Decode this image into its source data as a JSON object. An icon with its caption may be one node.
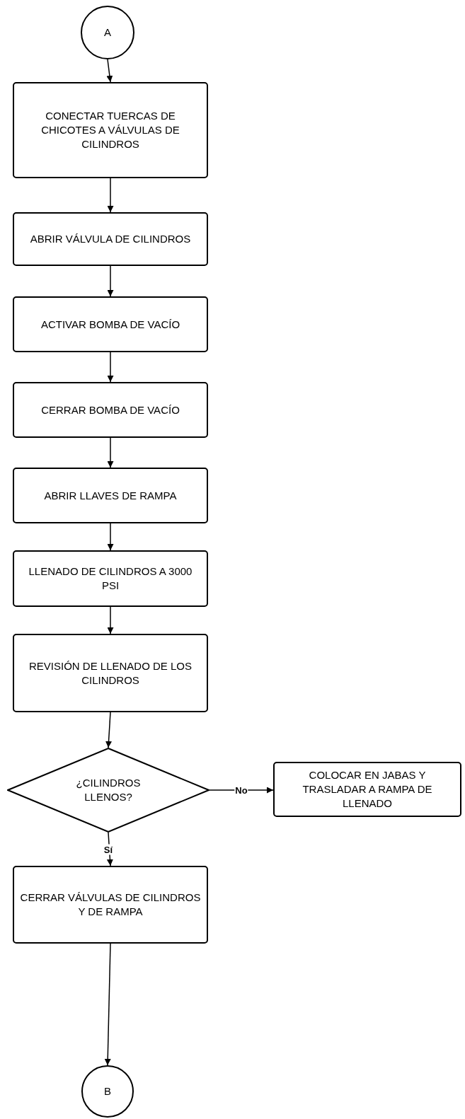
{
  "diagram": {
    "nodes": [
      {
        "text": [
          "A"
        ]
      },
      {
        "text": [
          "CONECTAR TUERCAS DE CHICOTES A VÁLVULAS DE CILINDROS"
        ]
      },
      {
        "text": [
          "ABRIR VÁLVULA DE CILINDROS"
        ]
      },
      {
        "text": [
          "ACTIVAR BOMBA DE VACÍO"
        ]
      },
      {
        "text": [
          "CERRAR BOMBA DE VACÍO"
        ]
      },
      {
        "text": [
          "ABRIR LLAVES DE RAMPA"
        ]
      },
      {
        "text": [
          "LLENADO DE CILINDROS A 3000 PSI"
        ]
      },
      {
        "text": [
          "REVISIÓN DE LLENADO DE LOS CILINDROS"
        ]
      },
      {
        "text": [
          "¿CILINDROS LLENOS?"
        ]
      },
      {
        "text": [
          "COLOCAR EN JABAS Y TRASLADAR A RAMPA DE LLENADO"
        ]
      },
      {
        "text": [
          "CERRAR VÁLVULAS DE CILINDROS Y DE RAMPA"
        ]
      },
      {
        "text": [
          "B"
        ]
      }
    ],
    "edges": [
      {
        "from": 0,
        "to": 1,
        "arrow": "to"
      },
      {
        "from": 1,
        "to": 2,
        "arrow": "to"
      },
      {
        "from": 2,
        "to": 3,
        "arrow": "to"
      },
      {
        "from": 3,
        "to": 4,
        "arrow": "to"
      },
      {
        "from": 4,
        "to": 5,
        "arrow": "to"
      },
      {
        "from": 5,
        "to": 6,
        "arrow": "to"
      },
      {
        "from": 6,
        "to": 7,
        "arrow": "to"
      },
      {
        "from": 7,
        "to": 8,
        "arrow": "to"
      },
      {
        "from": 8,
        "to": 9,
        "arrow": "to",
        "label": "No"
      },
      {
        "from": 8,
        "to": 10,
        "arrow": "to",
        "label": "Sí"
      },
      {
        "from": 10,
        "to": 11,
        "arrow": "to"
      }
    ]
  }
}
